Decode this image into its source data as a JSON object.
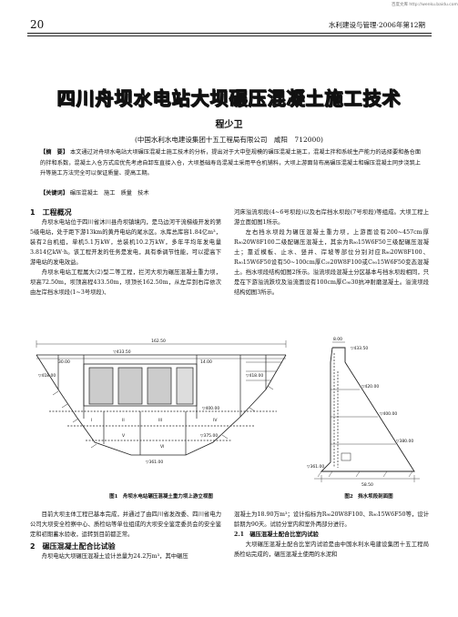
{
  "header": {
    "watermark": "百度文库 http://wenku.baidu.com",
    "page_number": "20",
    "journal": "水利建设与管理·2006年第12期"
  },
  "article": {
    "title": "四川舟坝水电站大坝碾压混凝土施工技术",
    "author": "程少卫",
    "affiliation": "(中国水利水电建设集团十五工程局有限公司　咸阳　712000)",
    "abstract_label": "【摘　要】",
    "abstract_text": "本文通过对舟坝水电站大坝碾压混凝土施工技术的分析，提出对于大中型规模的碾压混凝土施工，混凝土拌和系统生产能力的选择要和备仓面的拌和系数，混凝土入仓方式应优先考虑自卸车直接入仓，大坝基础寿岛混凝土采用平仓机铺料，大坝上游面背布高碾压混凝土和碾压混凝土同步浇筑上升等施工方法完全可以保证质量、提高工期。",
    "keywords_label": "【关键词】",
    "keywords": "碾压混凝土　施工　质量　技术"
  },
  "body": {
    "sec1_title": "1　工程概况",
    "sec1_p1": "舟坝水电站位于四川省沐川县舟坝镇境内，是马边河干流梯级开发的第5级电站，处于距下游13km的黄丹电站的尾水区。水库总库容1.84亿m³，装有2台机组，单机5.1万kW，总装机10.2万kW，多年平均年发电量3.814亿kW·h。该工程开发的任务是发电，具有季调节性能，可以提高下游电站的发电效益。",
    "sec1_p2": "舟坝水电站工程属大(2)型二等工程，拦河大坝为碾压混凝土重力坝，坝高72.50m，坝顶高程433.50m，坝顶长162.50m，从左岸到右岸依次由左岸挡水坝段(1~3号坝段)、",
    "right_p1": "河床溢流坝段(4~6号坝段)以及右岸挡水坝段(7号坝段)等组成。大坝工程上游立面如图1所示。",
    "right_p2": "左右挡水坝段为碾压混凝土重力坝，上游面设有200~457cm厚R₉₀20W8F100二级配碾压混凝土，其余为R₉₀15W6F50三级配碾压混凝土；靠近模板、止水、竖井、岸坡等部位分别对应R₉₀20W8F100、R₉₀15W6F50设有50~100cm厚C₂₀20W8F100或C₉₀15W6F50变态混凝土。挡水坝段结构如图2所示。溢流坝段混凝土分区基本与挡水坝段相同，只是在下游溢流跌坎及溢流面设有100cm厚C₉₀30抗冲耐磨混凝土。溢流坝段结构如图3所示。",
    "fig1_caption": "图1　舟坝水电站碾压混凝土重力坝上游立视图",
    "fig2_caption": "图2　挡水坝段剖面图",
    "bottom_left_p1": "目前大坝主体工程已基本完成，并通过了由四川省发改委、四川省电力公司大坝安全检察中心、质检站等单位组成的大坝安全鉴定委员会的安全鉴定和初期蓄水验收，运转到目前都正常。",
    "sec2_title": "2　碾压混凝土配合比试验",
    "bottom_left_p2": "舟坝电站大坝碾压混凝土设计总量为24.2万m³，其中碾压",
    "bottom_right_p1": "混凝土为18.90万m³；设计指标为R₉₀20W8F100、R₉₀15W6F50等，设计龄期为90天。试验分室内和室外两部分进行。",
    "sec21_title": "2.1　碾压混凝土配合比室内试验",
    "bottom_right_p2": "大坝碾压混凝土配合比室内试验是由中国水利水电建设集团十五工程局质检站完成的，碾压混凝土使用的水泥和"
  },
  "figure1_labels": {
    "elevation_top": "▽433.50",
    "elev_left": "▽418.00",
    "elev_right": "▽418.00",
    "elev_mid": "▽400.00",
    "elev_low": "▽375.00",
    "elev_base": "▽361.00",
    "zone_a": "I",
    "zone_b": "II",
    "zone_c": "III",
    "zone_d": "IV",
    "zone_e": "V",
    "zone_f": "VI",
    "dim_1": "162.50",
    "dim_2": "30.00",
    "dim_3": "14.00"
  },
  "figure2_labels": {
    "elev_top": "▽433.50",
    "elev_a": "▽420.00",
    "elev_b": "▽400.00",
    "elev_c": "▽380.00",
    "elev_d": "▽361.00",
    "width_top": "8.00",
    "width_base": "58.50"
  }
}
